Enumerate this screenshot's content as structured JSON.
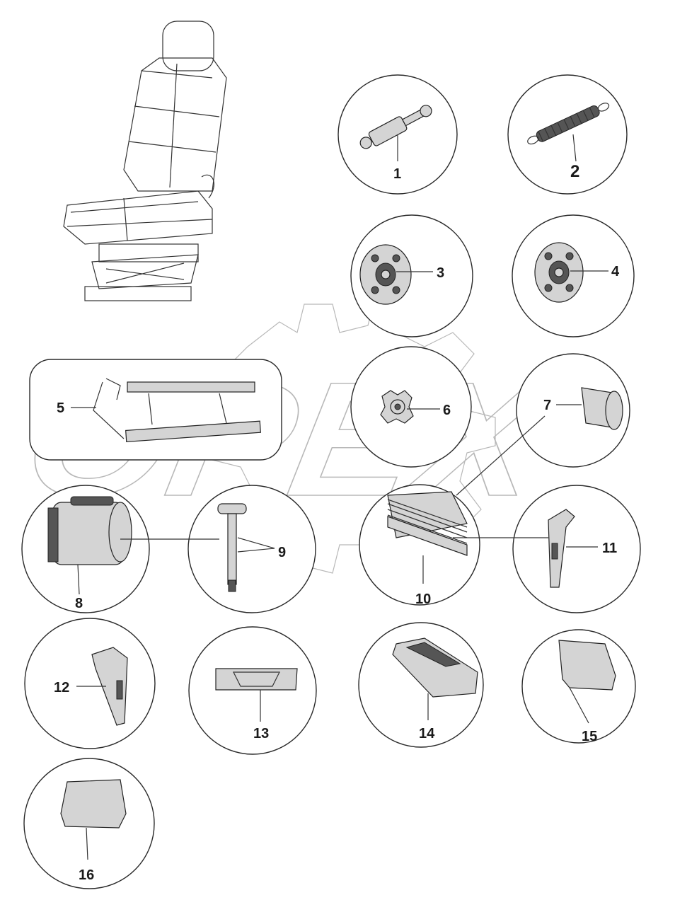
{
  "watermark": {
    "text": "OPEX"
  },
  "callouts": {
    "c1": "1",
    "c2": "2",
    "c3": "3",
    "c4": "4",
    "c5": "5",
    "c6": "6",
    "c7": "7",
    "c8": "8",
    "c9": "9",
    "c10": "10",
    "c11": "11",
    "c12": "12",
    "c13": "13",
    "c14": "14",
    "c15": "15",
    "c16": "16"
  }
}
